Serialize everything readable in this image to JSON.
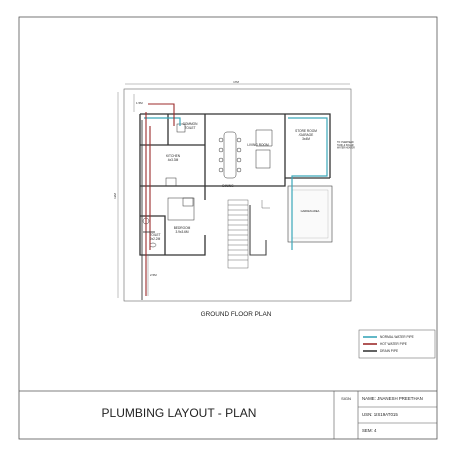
{
  "drawing": {
    "plan_caption": "GROUND FLOOR PLAN",
    "title": "PLUMBING LAYOUT -  PLAN",
    "dimensions": {
      "overall_width": "17M",
      "overall_depth": "12M",
      "top_setback": "1.5M",
      "bottom_setback": "2.5M"
    },
    "rooms": {
      "common_toilet": "COMMON\nTOILET",
      "kitchen": "KITCHEN\n4x3.3M",
      "living_room": "LIVING ROOM",
      "dining": "DINING",
      "store_room": "STORE ROOM\n/GARAGE\n3x4M",
      "bedroom": "BEDROOM\n3.9x3.6M",
      "toilet": "TOILET\n2x2.2M"
    },
    "note_tank": "TO OVERHEAD TANK & SOLAR WATER HEATER",
    "note_garden": "GARDEN AREA"
  },
  "legend": {
    "items": [
      {
        "label": "NORMAL WATER PIPE",
        "color": "#3aa6b9"
      },
      {
        "label": "HOT WATER PIPE",
        "color": "#9c2b2b"
      },
      {
        "label": "DRAIN PIPE",
        "color": "#3a3a3a"
      }
    ]
  },
  "title_block": {
    "sign_label": "SIGN",
    "name": "NAME: JNANESH PREETHAN",
    "usn": "USN: 1IS19AT015",
    "sem": "SEM: 4"
  },
  "colors": {
    "normal_water": "#3aa6b9",
    "hot_water": "#9c2b2b",
    "drain": "#3a3a3a"
  }
}
